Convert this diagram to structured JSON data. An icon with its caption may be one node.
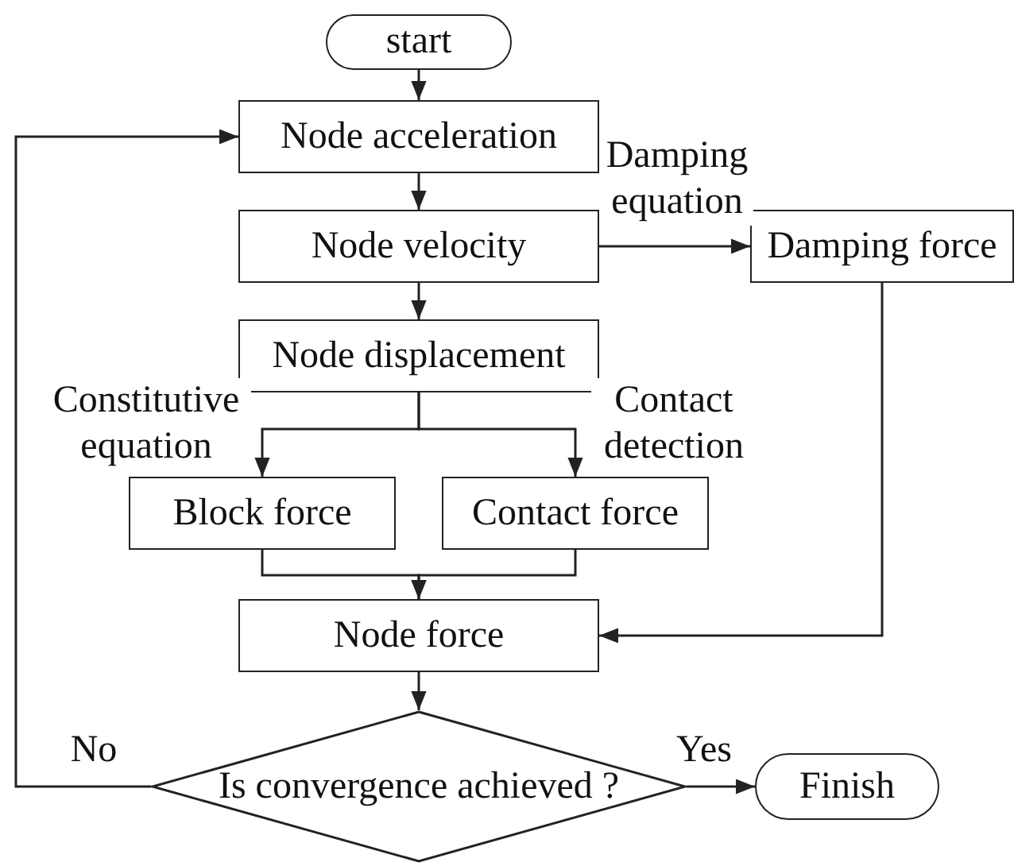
{
  "diagram": {
    "nodes": [
      {
        "text": [
          "start"
        ]
      },
      {
        "text": [
          "Node acceleration"
        ]
      },
      {
        "text": [
          "Node velocity"
        ]
      },
      {
        "text": [
          "Damping force"
        ]
      },
      {
        "text": [
          "Node displacement"
        ]
      },
      {
        "text": [
          "Block force"
        ]
      },
      {
        "text": [
          "Contact force"
        ]
      },
      {
        "text": [
          "Node force"
        ]
      },
      {
        "text": [
          "Is convergence achieved ?"
        ]
      },
      {
        "text": [
          "Finish"
        ]
      }
    ],
    "edges": [
      {
        "from": 0,
        "to": 1,
        "arrow": "to"
      },
      {
        "from": 1,
        "to": 2,
        "arrow": "to"
      },
      {
        "from": 2,
        "to": 3,
        "arrow": "to",
        "label": "Damping equation"
      },
      {
        "from": 2,
        "to": 4,
        "arrow": "to"
      },
      {
        "from": 4,
        "to": 5,
        "arrow": "to",
        "label": "Constitutive equation"
      },
      {
        "from": 4,
        "to": 6,
        "arrow": "to",
        "label": "Contact detection"
      },
      {
        "from": 5,
        "to": 7,
        "arrow": "to"
      },
      {
        "from": 6,
        "to": 7,
        "arrow": "to"
      },
      {
        "from": 3,
        "to": 7,
        "arrow": "to"
      },
      {
        "from": 7,
        "to": 8,
        "arrow": "to"
      },
      {
        "from": 8,
        "to": 9,
        "arrow": "to",
        "label": "Yes"
      },
      {
        "from": 8,
        "to": 1,
        "arrow": "to",
        "label": "No"
      }
    ]
  }
}
